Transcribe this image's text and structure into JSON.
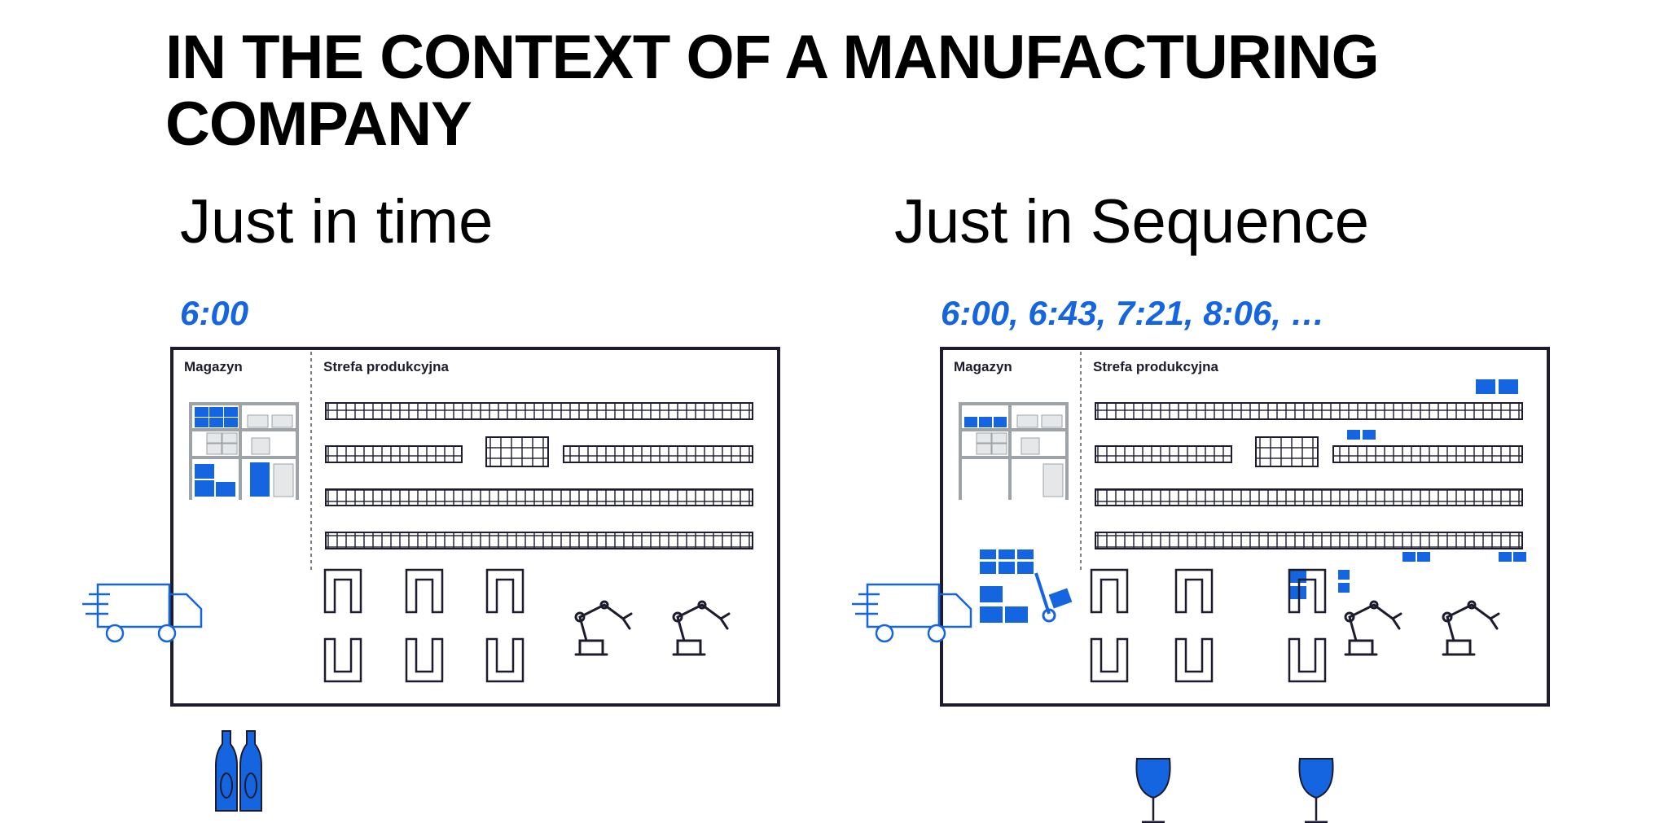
{
  "title": "IN THE CONTEXT OF A MANUFACTURING COMPANY",
  "left": {
    "heading": "Just in time",
    "times": "6:00",
    "warehouse_label": "Magazyn",
    "production_label": "Strefa produkcyjna"
  },
  "right": {
    "heading": "Just in Sequence",
    "times": "6:00, 6:43, 7:21, 8:06, …",
    "warehouse_label": "Magazyn",
    "production_label": "Strefa produkcyjna"
  },
  "colors": {
    "accent": "#1565e0",
    "outline": "#1c1c2e",
    "gray": "#9ea3a8"
  },
  "icons": [
    "truck-icon",
    "shelving-rack-icon",
    "robot-arm-icon",
    "conveyor-line-icon",
    "beer-bottle-icon",
    "wine-glass-icon",
    "hand-truck-icon",
    "pallet-stack-icon"
  ]
}
